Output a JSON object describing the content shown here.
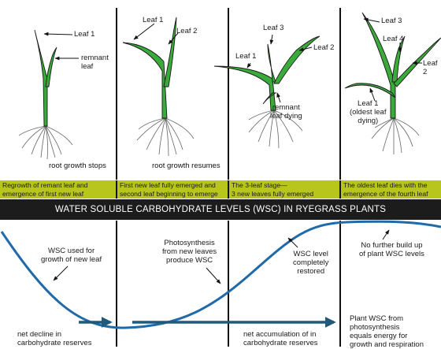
{
  "colors": {
    "band": "#b7c51c",
    "bar": "#1c1c1c",
    "curve": "#1f6aa8",
    "arrow": "#1f5a7a",
    "leaf_green": "#3aaa3a"
  },
  "title_bar": "WATER SOLUBLE CARBOHYDRATE LEVELS (WSC) IN RYEGRASS PLANTS",
  "panels": [
    {
      "labels": {
        "leaf1": "Leaf 1",
        "remnant": "remnant\nleaf"
      },
      "root_caption": "root growth stops",
      "band_text": "Regrowth of remant leaf and\nemergence of first new leaf"
    },
    {
      "labels": {
        "leaf1": "Leaf 1",
        "leaf2": "Leaf 2"
      },
      "root_caption": "root growth resumes",
      "band_text": "First new leaf fully emerged and\nsecond leaf beginning to emerge"
    },
    {
      "labels": {
        "leaf1": "Leaf 1",
        "leaf2": "Leaf 2",
        "leaf3": "Leaf 3",
        "remnant_dying": "remnant\nleaf dying"
      },
      "band_text": "The 3-leaf stage—\n3 new leaves fully emerged"
    },
    {
      "labels": {
        "leaf1": "Leaf 1\n(oldest leaf\ndying)",
        "leaf2": "Leaf 2",
        "leaf3": "Leaf 3",
        "leaf4": "Leaf 4"
      },
      "band_text": "The oldest leaf dies with the\nemergence of the fourth leaf"
    }
  ],
  "wsc_annotations": {
    "used": "WSC used for\ngrowth of new leaf",
    "photosynthesis": "Photosynthesis\nfrom new leaves\nproduce WSC",
    "restored": "WSC level\ncompletely\nrestored",
    "no_buildup": "No further build up\nof plant WSC levels",
    "net_decline": "net decline in\ncarbohydrate reserves",
    "net_accumulation": "net accumulation of in\ncarbohydrate reserves",
    "plant_wsc": "Plant WSC from\nphotosynthesis\nequals energy for\ngrowth and respiration"
  }
}
